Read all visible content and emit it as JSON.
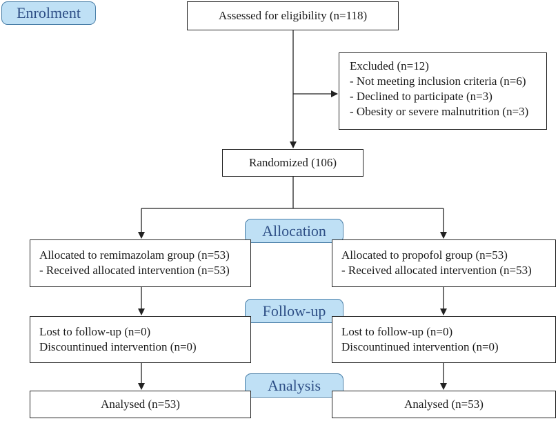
{
  "colors": {
    "stage_fill": "#bfe0f5",
    "stage_border": "#4a7fa8",
    "stage_text": "#2e4f86",
    "box_border": "#222222",
    "line": "#222222"
  },
  "stages": {
    "enrolment": "Enrolment",
    "allocation": "Allocation",
    "followup": "Follow-up",
    "analysis": "Analysis"
  },
  "assessed": {
    "text": "Assessed for eligibility (n=118)"
  },
  "excluded": {
    "lines": [
      "Excluded (n=12)",
      "- Not meeting inclusion criteria (n=6)",
      "- Declined to participate (n=3)",
      "- Obesity or severe malnutrition (n=3)"
    ]
  },
  "randomized": {
    "text": "Randomized (106)"
  },
  "allocated_left": {
    "lines": [
      "Allocated to remimazolam group (n=53)",
      "- Received allocated intervention (n=53)"
    ]
  },
  "allocated_right": {
    "lines": [
      "Allocated to propofol group (n=53)",
      "- Received allocated intervention (n=53)"
    ]
  },
  "followup_left": {
    "lines": [
      "Lost to follow-up (n=0)",
      "Discountinued intervention (n=0)"
    ]
  },
  "followup_right": {
    "lines": [
      "Lost to follow-up (n=0)",
      "Discountinued intervention (n=0)"
    ]
  },
  "analysed_left": {
    "text": "Analysed (n=53)"
  },
  "analysed_right": {
    "text": "Analysed (n=53)"
  }
}
